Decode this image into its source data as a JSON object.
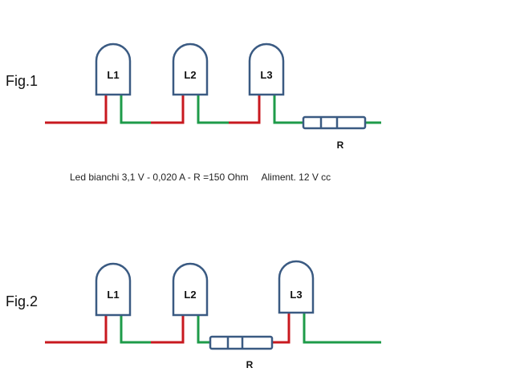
{
  "colors": {
    "red_wire": "#C8191F",
    "green_wire": "#1E9B49",
    "outline": "#3A5A82",
    "text": "#111111"
  },
  "fig1": {
    "label": "Fig.1",
    "leds": [
      "L1",
      "L2",
      "L3"
    ],
    "resistor_label": "R",
    "caption": "Led bianchi 3,1 V - 0,020 A - R =150 Ohm     Aliment. 12 V cc"
  },
  "fig2": {
    "label": "Fig.2",
    "leds": [
      "L1",
      "L2",
      "L3"
    ],
    "resistor_label": "R"
  }
}
